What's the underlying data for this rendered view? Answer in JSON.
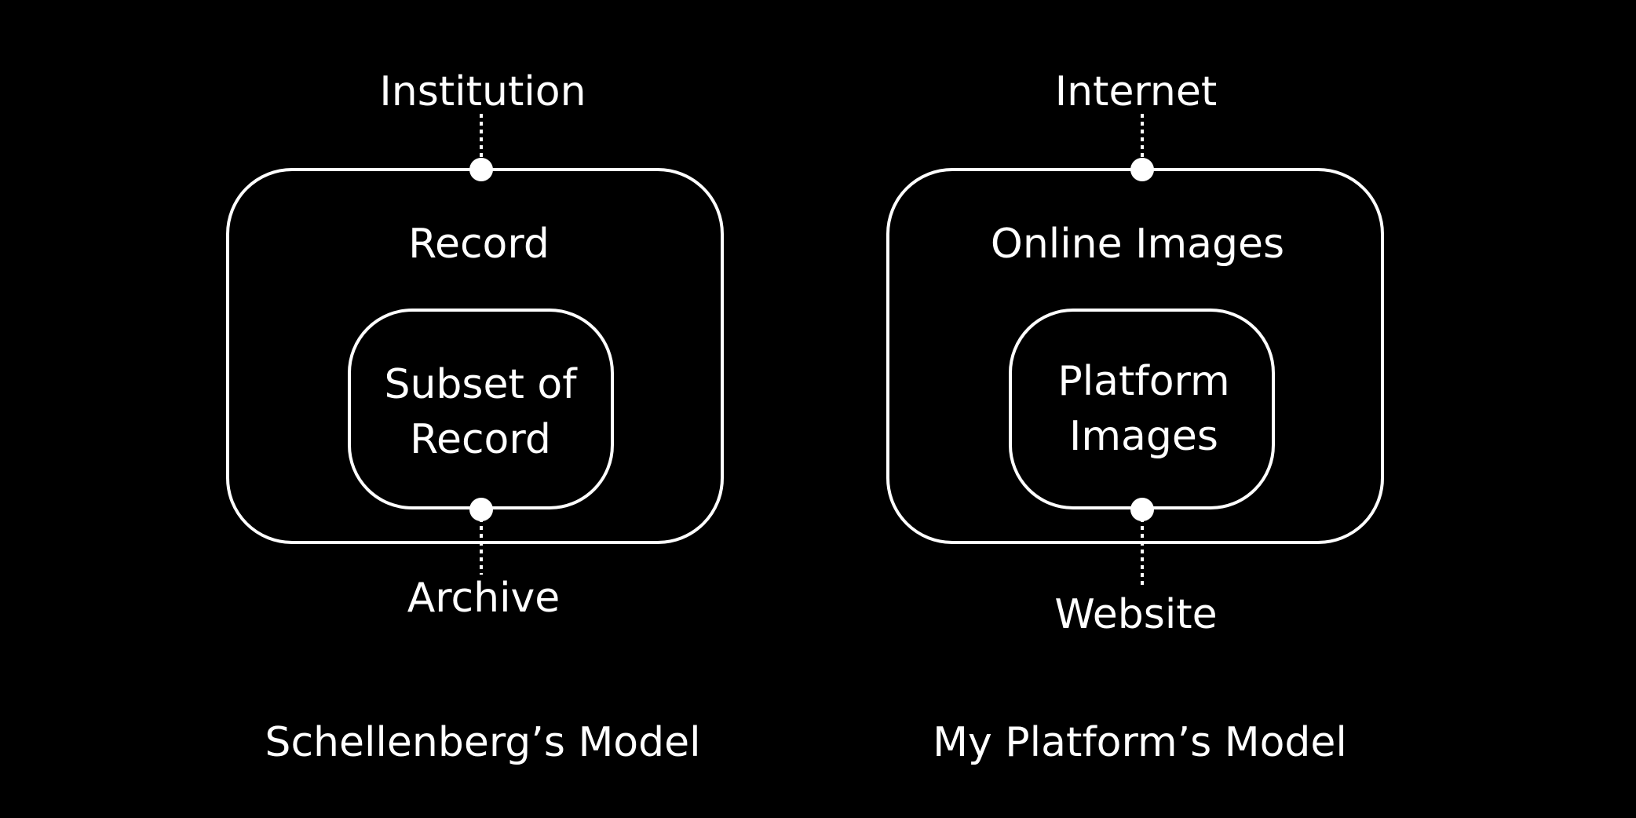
{
  "colors": {
    "background": "#000000",
    "foreground": "#ffffff"
  },
  "left": {
    "top_label": "Institution",
    "outer_label": "Record",
    "inner_label_line1": "Subset of",
    "inner_label_line2": "Record",
    "bottom_label": "Archive",
    "caption": "Schellenberg’s Model"
  },
  "right": {
    "top_label": "Internet",
    "outer_label": "Online Images",
    "inner_label_line1": "Platform",
    "inner_label_line2": "Images",
    "bottom_label": "Website",
    "caption": "My Platform’s Model"
  }
}
